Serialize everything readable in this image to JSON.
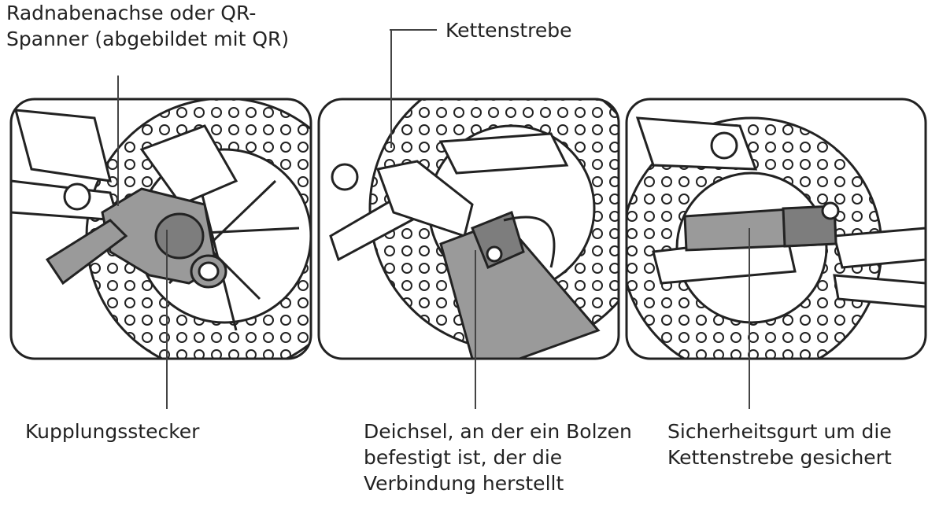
{
  "labels": {
    "hub_axle": "Radnabenachse oder QR-\nSpanner (abgebildet mit QR)",
    "chainstay": "Kettenstrebe",
    "coupler": "Kupplungsstecker",
    "tongue": "Deichsel, an der ein Bolzen\nbefestigt ist, der die\nVerbindung herstellt",
    "strap": "Sicherheitsgurt um die\nKettenstrebe gesichert"
  },
  "colors": {
    "line": "#222222",
    "part_fill": "#9a9a9a",
    "part_dark": "#7d7d7d",
    "leader": "#444444"
  }
}
